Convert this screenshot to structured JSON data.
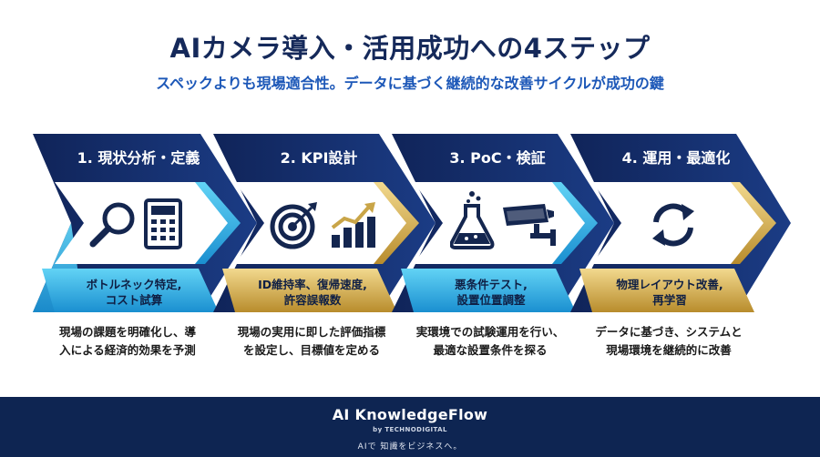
{
  "header": {
    "title": "AIカメラ導入・活用成功への4ステップ",
    "subtitle": "スペックよりも現場適合性。データに基づく継続的な改善サイクルが成功の鍵"
  },
  "colors": {
    "navy": "#15295a",
    "blue": "#1d58b8",
    "cyan": "#29aee3",
    "gold": "#c9a548"
  },
  "steps": [
    {
      "label": "1. 現状分析・定義",
      "icons": [
        "magnifier-icon",
        "calculator-icon"
      ],
      "action_line1": "ボトルネック特定,",
      "action_line2": "コスト試算",
      "desc_line1": "現場の課題を明確化し、導",
      "desc_line2": "入による経済的効果を予測"
    },
    {
      "label": "2. KPI設計",
      "icons": [
        "target-icon",
        "growth-chart-icon"
      ],
      "action_line1": "ID維持率、復帰速度,",
      "action_line2": "許容誤報数",
      "desc_line1": "現場の実用に即した評価指標",
      "desc_line2": "を設定し、目標値を定める"
    },
    {
      "label": "3. PoC・検証",
      "icons": [
        "flask-icon",
        "security-camera-icon"
      ],
      "action_line1": "悪条件テスト,",
      "action_line2": "設置位置調整",
      "desc_line1": "実環境での試験運用を行い、",
      "desc_line2": "最適な設置条件を探る"
    },
    {
      "label": "4. 運用・最適化",
      "icons": [
        "refresh-cycle-icon"
      ],
      "action_line1": "物理レイアウト改善,",
      "action_line2": "再学習",
      "desc_line1": "データに基づき、システムと",
      "desc_line2": "現場環境を継続的に改善"
    }
  ],
  "footer": {
    "brand": "AI KnowledgeFlow",
    "by": "by TECHNODIGITAL",
    "tagline": "AIで 知識をビジネスへ。"
  }
}
